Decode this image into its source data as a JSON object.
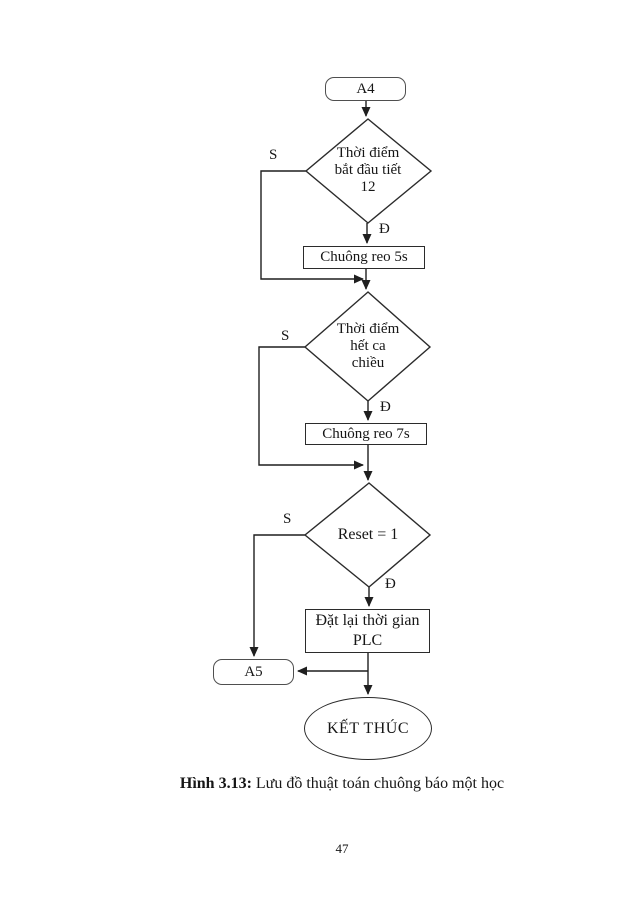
{
  "flowchart": {
    "start_ref": "A4",
    "decision_1": "Thời điểm\nbắt đầu tiết\n12",
    "process_1": "Chuông reo 5s",
    "decision_2": "Thời điểm\nhết ca\nchiều",
    "process_2": "Chuông reo 7s",
    "decision_3": "Reset = 1",
    "process_3": "Đặt lại thời gian\nPLC",
    "end_ref": "A5",
    "terminator": "KẾT THÚC",
    "label_yes": "Đ",
    "label_no": "S"
  },
  "caption": {
    "label": "Hình 3.13:",
    "text": "Lưu đồ thuật toán chuông báo một học"
  },
  "page_number": "47",
  "colors": {
    "ink": "#1f1f1f",
    "background": "#ffffff"
  }
}
